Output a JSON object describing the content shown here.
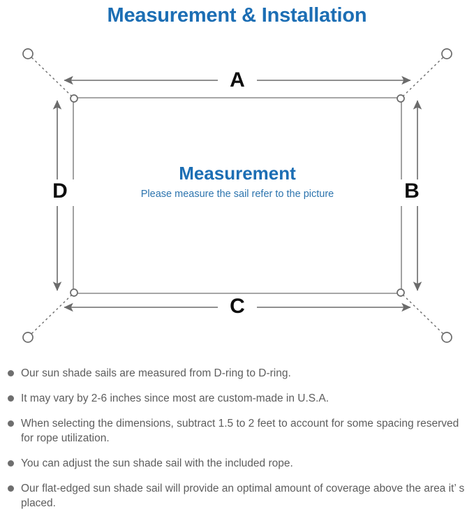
{
  "page": {
    "title": "Measurement & Installation",
    "title_color": "#1C6EB4",
    "background": "#ffffff"
  },
  "diagram": {
    "name": "sun-shade-sail-measurement-diagram",
    "sail_label_title": "Measurement",
    "sail_label_subtitle": "Please measure the sail refer to the picture",
    "sail_label_color": "#1C6EB4",
    "sail_sub_color": "#2C74AE",
    "line_color": "#6b6b6b",
    "dimension_labels": {
      "top": "A",
      "right": "B",
      "bottom": "C",
      "left": "D"
    },
    "anchor_points": [
      {
        "name": "anchor-top-left",
        "position": "top-left"
      },
      {
        "name": "anchor-top-right",
        "position": "top-right"
      },
      {
        "name": "anchor-bottom-left",
        "position": "bottom-left"
      },
      {
        "name": "anchor-bottom-right",
        "position": "bottom-right"
      }
    ],
    "d_rings": [
      {
        "name": "d-ring-top-left",
        "position": "top-left"
      },
      {
        "name": "d-ring-top-right",
        "position": "top-right"
      },
      {
        "name": "d-ring-bottom-left",
        "position": "bottom-left"
      },
      {
        "name": "d-ring-bottom-right",
        "position": "bottom-right"
      }
    ]
  },
  "notes": {
    "text_color": "#5d5d5d",
    "bullet_color": "#6e6e6e",
    "items": [
      "Our sun shade sails are measured from D-ring to D-ring.",
      "It may vary by 2-6 inches since most are custom-made in U.S.A.",
      "When selecting the dimensions, subtract 1.5 to 2 feet to account for some spacing reserved for rope utilization.",
      "You can adjust the sun shade sail with the included rope.",
      "Our flat-edged sun shade sail will provide an optimal amount of coverage above the area it’ s placed."
    ]
  }
}
